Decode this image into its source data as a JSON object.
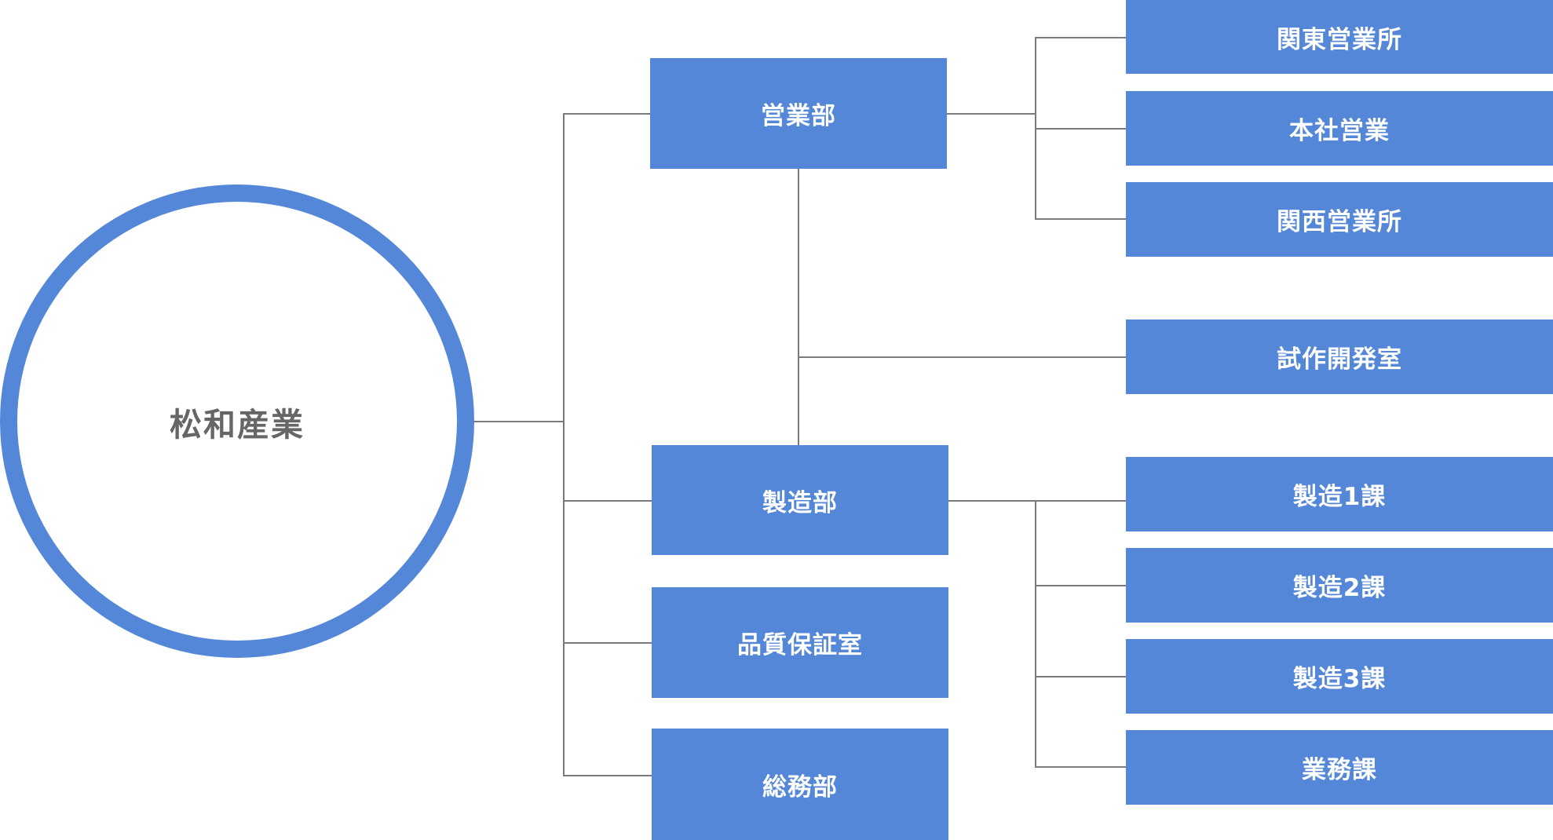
{
  "colors": {
    "box": "#5487d8",
    "connector": "#7a7a7a",
    "root_text": "#666666"
  },
  "root": {
    "label": "松和産業"
  },
  "departments": {
    "sales": {
      "label": "営業部"
    },
    "manufacturing": {
      "label": "製造部"
    },
    "quality": {
      "label": "品質保証室"
    },
    "general_affairs": {
      "label": "総務部"
    }
  },
  "sales_units": {
    "kanto": {
      "label": "関東営業所"
    },
    "headquarters": {
      "label": "本社営業"
    },
    "kansai": {
      "label": "関西営業所"
    }
  },
  "prototype": {
    "label": "試作開発室"
  },
  "manufacturing_units": {
    "section1": {
      "label": "製造1課"
    },
    "section2": {
      "label": "製造2課"
    },
    "section3": {
      "label": "製造3課"
    },
    "operations": {
      "label": "業務課"
    }
  }
}
